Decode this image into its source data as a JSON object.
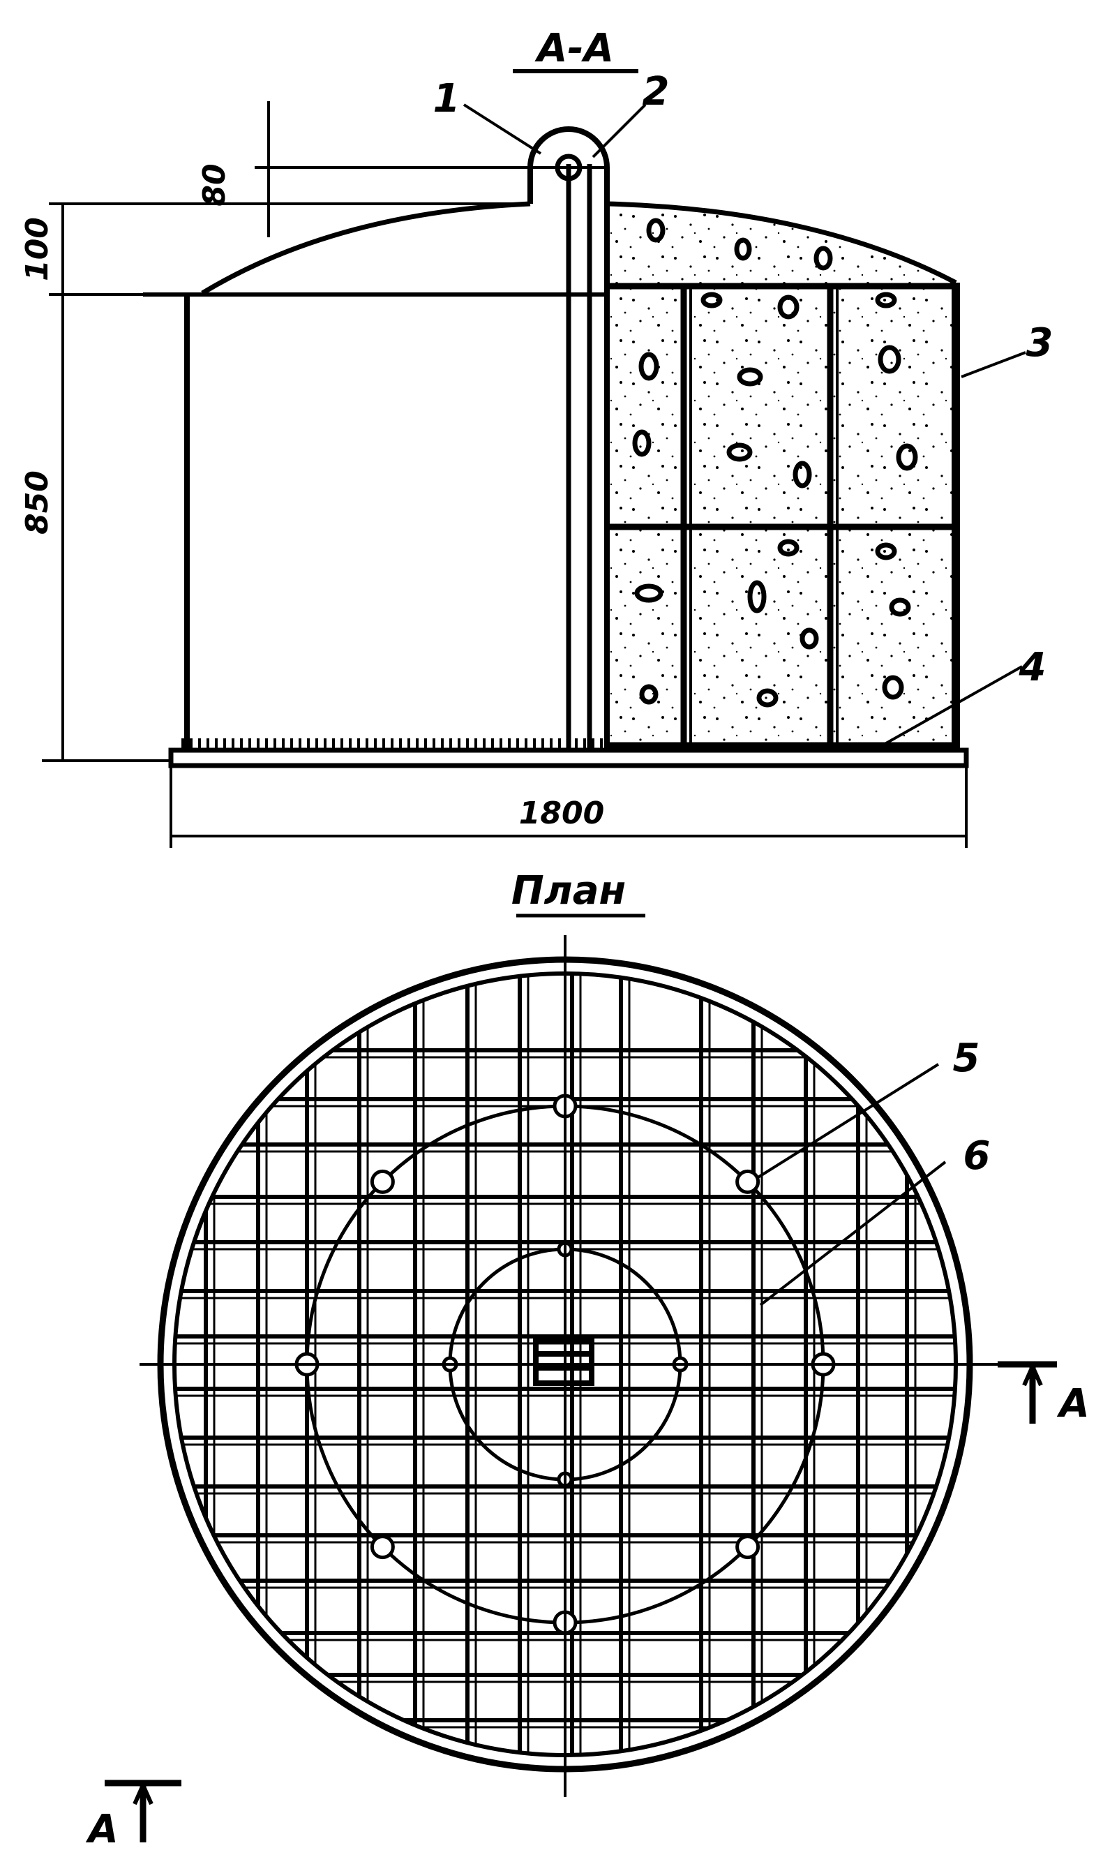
{
  "section_title": "А-А",
  "plan_title": "План",
  "dimensions": {
    "riser_height": "80",
    "dome_height": "100",
    "wall_height": "850",
    "diameter": "1800"
  },
  "callouts": [
    "1",
    "2",
    "3",
    "4",
    "5",
    "6"
  ],
  "section_marks": [
    "А",
    "А"
  ]
}
